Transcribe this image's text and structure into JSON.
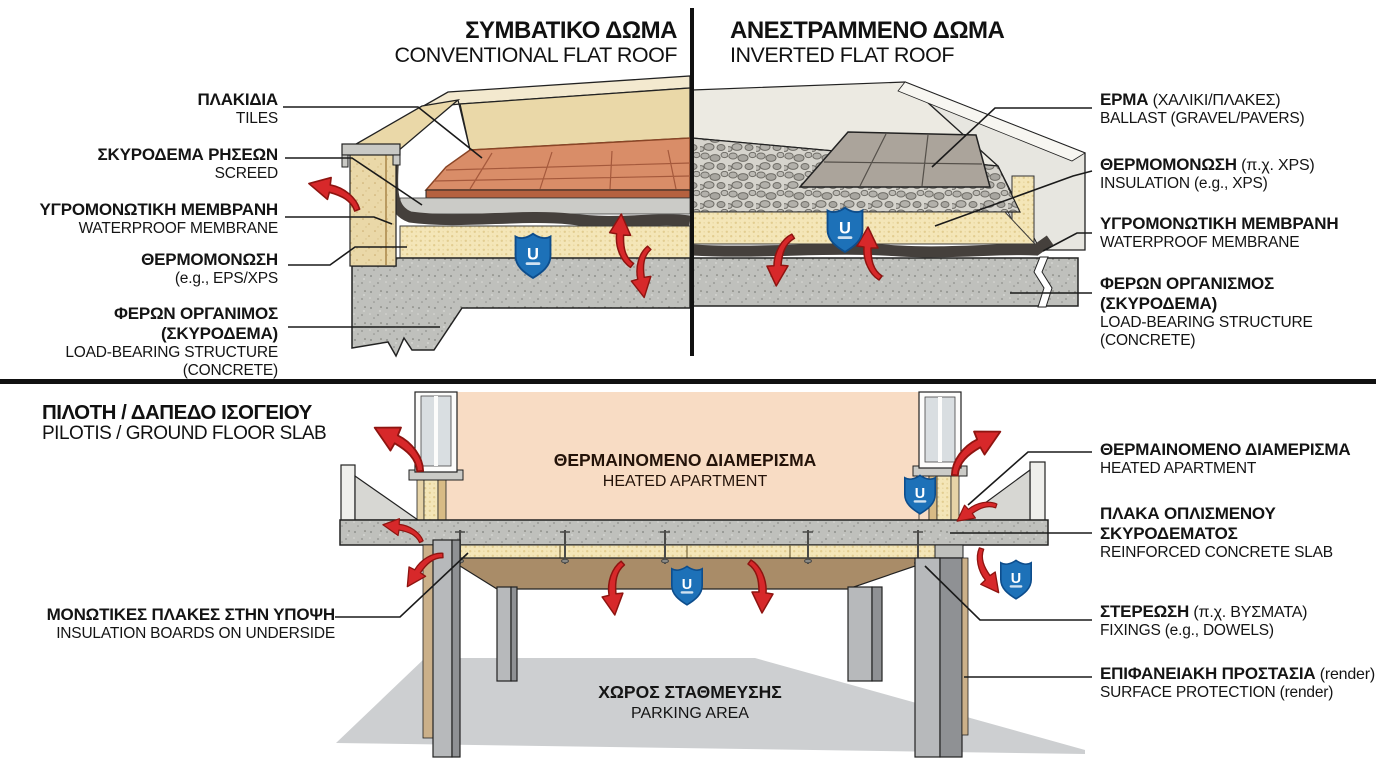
{
  "top": {
    "left": {
      "title_el": "ΣΥΜΒΑΤΙΚΟ ΔΩΜΑ",
      "title_en": "CONVENTIONAL FLAT ROOF",
      "labels": [
        {
          "el": "ΠΛΑΚΙΔΙΑ",
          "en": "TILES"
        },
        {
          "el": "ΣΚΥΡΟΔΕΜΑ ΡΗΣΕΩΝ",
          "en": "SCREED"
        },
        {
          "el": "ΥΓΡΟΜΟΝΩΤΙΚΗ ΜΕΜΒΡΑΝΗ",
          "en": "WATERPROOF MEMBRANE"
        },
        {
          "el": "ΘΕΡΜΟΜΟΝΩΣΗ",
          "en": "(e.g., EPS/XPS"
        },
        {
          "el": "ΦΕΡΩΝ ΟΡΓΑΝΙΜΟΣ (ΣΚΥΡΟΔΕΜΑ)",
          "en": "LOAD-BEARING STRUCTURE",
          "en2": "(CONCRETE)"
        }
      ]
    },
    "right": {
      "title_el": "ΑΝΕΣΤΡΑΜΜΕΝΟ ΔΩΜΑ",
      "title_en": "INVERTED FLAT ROOF",
      "labels": [
        {
          "el": "ΕΡΜΑ",
          "el_note": "(ΧΑΛΙΚΙ/ΠΛΑΚΕΣ)",
          "en": "BALLAST (GRAVEL/PAVERS)"
        },
        {
          "el": "ΘΕΡΜΟΜΟΝΩΣΗ",
          "el_note": "(π.χ. XPS)",
          "en": "INSULATION (e.g., XPS)"
        },
        {
          "el": "ΥΓΡΟΜΟΝΩΤΙΚΗ ΜΕΜΒΡΑΝΗ",
          "en": "WATERPROOF MEMBRANE"
        },
        {
          "el": "ΦΕΡΩΝ ΟΡΓΑΝΙΣΜΟΣ",
          "el2": "(ΣΚΥΡΟΔΕΜΑ)",
          "en": "LOAD-BEARING STRUCTURE",
          "en2": "(CONCRETE)"
        }
      ]
    }
  },
  "bottom": {
    "title_el": "ΠΙΛΟΤΗ / ΔΑΠΕΔΟ ΙΣΟΓΕΙΟΥ",
    "title_en": "PILOTIS / GROUND FLOOR SLAB",
    "apartment_el": "ΘΕΡΜΑΙΝΟΜΕΝΟ ΔΙΑΜΕΡΙΣΜΑ",
    "apartment_en": "HEATED APARTMENT",
    "parking_el": "ΧΩΡΟΣ ΣΤΑΘΜΕΥΣΗΣ",
    "parking_en": "PARKING AREA",
    "left_label": {
      "el": "ΜΟΝΩΤΙΚΕΣ ΠΛΑΚΕΣ ΣΤΗΝ ΥΠΟΨΗ",
      "en": "INSULATION BOARDS ON UNDERSIDE"
    },
    "right_labels": [
      {
        "el": "ΘΕΡΜΑΙΝΟΜΕΝΟ ΔΙΑΜΕΡΙΣΜΑ",
        "en": "HEATED APARTMENT"
      },
      {
        "el": "ΠΛΑΚΑ ΟΠΛΙΣΜΕΝΟΥ",
        "el2": "ΣΚΥΡΟΔΕΜΑΤΟΣ",
        "en": "REINFORCED CONCRETE SLAB"
      },
      {
        "el": "ΣΤΕΡΕΩΣΗ",
        "el_note": "(π.χ. ΒΥΣΜΑΤΑ)",
        "en": "FIXINGS (e.g., DOWELS)"
      },
      {
        "el": "ΕΠΙΦΑΝΕΙΑΚΗ ΠΡΟΣΤΑΣΙΑ",
        "el_note": "(render)",
        "en": "SURFACE PROTECTION (render)"
      }
    ]
  },
  "badge": {
    "letter": "U"
  },
  "colors": {
    "arrow_red": "#d7282a",
    "shield_blue": "#1d71b8",
    "insulation_yellow": "#f4e6b8",
    "concrete_gray": "#bfc0bc",
    "tile_terracotta": "#d98d68",
    "parapet_beige": "#ead8a8",
    "membrane_dark": "#45403c",
    "apartment_peach": "#f8dcc4",
    "soffit_render_brown": "#a98c68",
    "parking_gray": "#cdcfd1"
  }
}
